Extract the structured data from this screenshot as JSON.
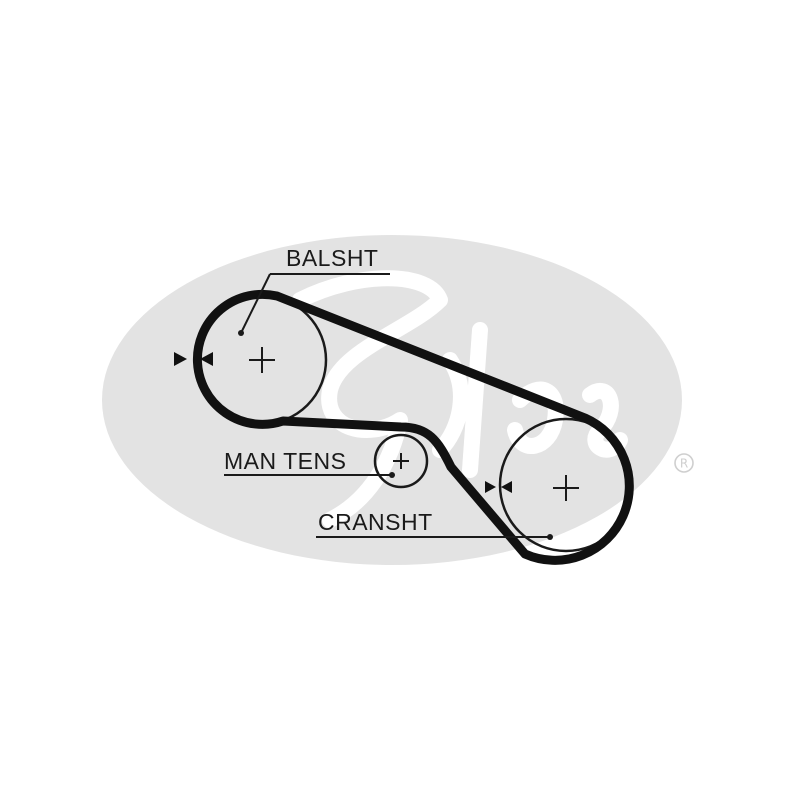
{
  "brand": {
    "watermark_icon": "gates-logo",
    "registered_mark": "R",
    "watermark_color": "#e3e3e3"
  },
  "labels": {
    "balance_shaft": "BALSHT",
    "manual_tensioner": "MAN TENS",
    "crankshaft": "CRANSHT"
  },
  "colors": {
    "belt": "#111111",
    "ink": "#1a1a1a"
  }
}
